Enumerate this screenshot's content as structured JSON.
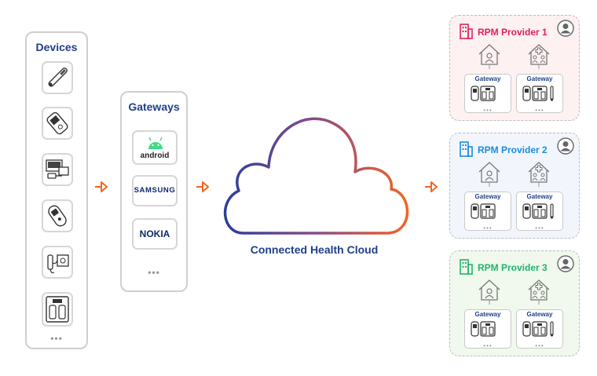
{
  "devices": {
    "title": "Devices",
    "more": "•••",
    "items": [
      "thermometer-icon",
      "pulse-oximeter-icon",
      "glucose-meter-icon",
      "wearable-remote-icon",
      "blood-pressure-monitor-icon",
      "weight-scale-icon"
    ]
  },
  "gateways": {
    "title": "Gateways",
    "more": "•••",
    "items": [
      {
        "label": "android"
      },
      {
        "label": "SAMSUNG"
      },
      {
        "label": "NOKIA"
      }
    ]
  },
  "cloud": {
    "label": "Connected Health Cloud"
  },
  "providers": [
    {
      "name": "RPM Provider 1",
      "color": "#e0205a",
      "bg": "#fdf1f2",
      "gateway_label": "Gateway",
      "dots": "•••"
    },
    {
      "name": "RPM Provider 2",
      "color": "#1a8be0",
      "bg": "#f2f6fc",
      "gateway_label": "Gateway",
      "dots": "•••"
    },
    {
      "name": "RPM Provider 3",
      "color": "#1fb56a",
      "bg": "#f1f8ee",
      "gateway_label": "Gateway",
      "dots": "•••"
    }
  ],
  "colors": {
    "accent_arrow": "#f26522",
    "title_blue": "#1f3f8a",
    "android_green": "#3ddc84",
    "cloud_gradient_start": "#2a3f9a",
    "cloud_gradient_end": "#f26522"
  }
}
